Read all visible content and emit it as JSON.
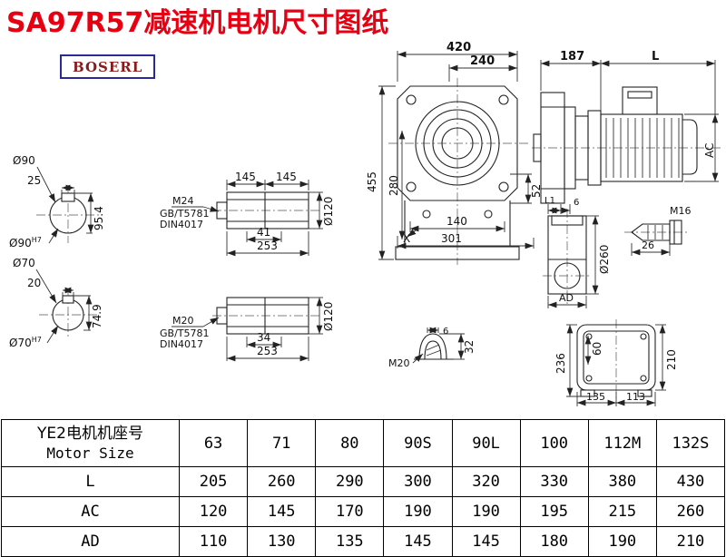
{
  "page": {
    "title": "SA97R57减速机电机尺寸图纸",
    "logo": "BOSERL"
  },
  "dims": {
    "front_width": "420",
    "front_width_inner": "240",
    "front_height": "455",
    "front_height_inner": "280",
    "front_52": "52",
    "front_140": "140",
    "front_301": "301",
    "front_x": "X",
    "side_187": "187",
    "side_l": "L",
    "side_ac": "AC",
    "shaft90_dia": "Ø90",
    "shaft90_key": "25",
    "shaft90_height": "95.4",
    "shaft90_fit": "Ø90",
    "shaft90_fit_sup": "H7",
    "shaft70_dia": "Ø70",
    "shaft70_key": "20",
    "shaft70_height": "74.9",
    "shaft70_fit": "Ø70",
    "shaft70_fit_sup": "H7",
    "bush1_len_a": "145",
    "bush1_len_b": "145",
    "bush1_dia": "Ø120",
    "bush1_thread": "M24",
    "bush1_std": "GB/T5781",
    "bush1_din": "DIN4017",
    "bush1_41": "41",
    "bush1_253": "253",
    "bush2_dia": "Ø120",
    "bush2_thread": "M20",
    "bush2_std": "GB/T5781",
    "bush2_din": "DIN4017",
    "bush2_34": "34",
    "bush2_253": "253",
    "out_l1": "L1",
    "out_6": "6",
    "out_dia": "Ø260",
    "out_ad": "AD",
    "screw_m16": "M16",
    "screw_26": "26",
    "plug_m20": "M20",
    "plug_6": "6",
    "plug_32": "32",
    "rear_236": "236",
    "rear_60": "60",
    "rear_135": "135",
    "rear_113": "113",
    "rear_210": "210"
  },
  "table": {
    "header_cn": "YE2电机机座号",
    "header_en": "Motor Size",
    "sizes": [
      "63",
      "71",
      "80",
      "90S",
      "90L",
      "100",
      "112M",
      "132S"
    ],
    "rows": [
      {
        "label": "L",
        "values": [
          "205",
          "260",
          "290",
          "300",
          "320",
          "330",
          "380",
          "430"
        ]
      },
      {
        "label": "AC",
        "values": [
          "120",
          "145",
          "170",
          "190",
          "190",
          "195",
          "215",
          "260"
        ]
      },
      {
        "label": "AD",
        "values": [
          "110",
          "130",
          "135",
          "145",
          "145",
          "180",
          "190",
          "210"
        ]
      }
    ]
  }
}
